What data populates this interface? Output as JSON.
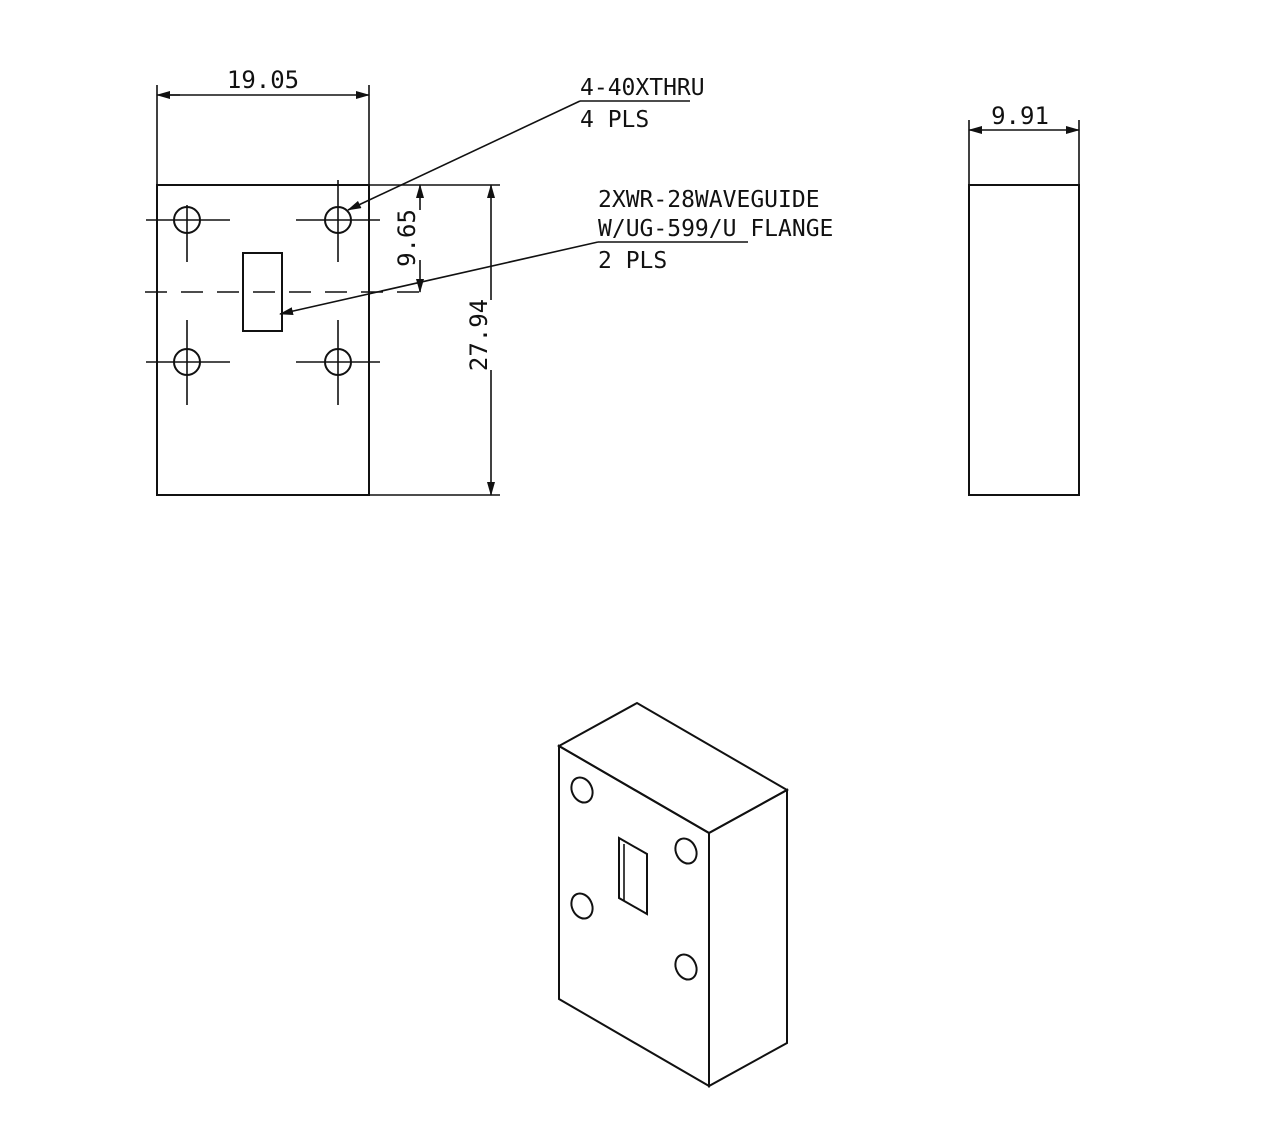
{
  "dimensions": {
    "width": "19.05",
    "height": "27.94",
    "slot_offset": "9.65",
    "thickness": "9.91"
  },
  "notes": {
    "holes_line1": "4-40XTHRU",
    "holes_line2": "4 PLS",
    "waveguide_line1": "2XWR-28WAVEGUIDE",
    "waveguide_line2": "W/UG-599/U FLANGE",
    "waveguide_line3": "2 PLS"
  }
}
